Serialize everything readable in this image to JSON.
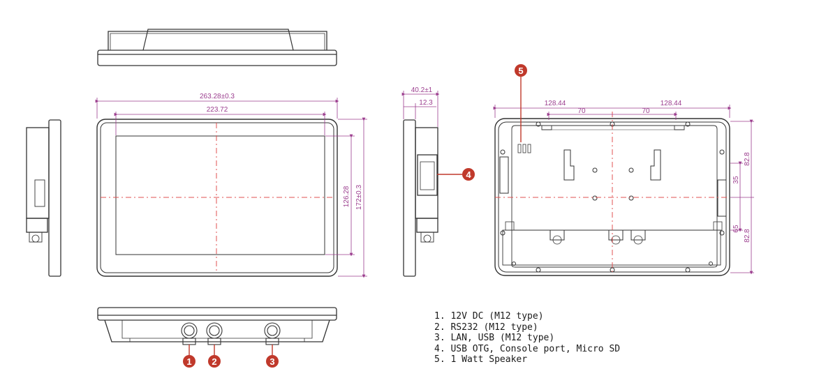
{
  "dimensions": {
    "overall_width": "263.28±0.3",
    "screen_width": "223.72",
    "screen_height": "126.28",
    "overall_height": "172±0.3",
    "depth": "40.2±1",
    "bezel_depth": "12.3",
    "back_half_left": "128.44",
    "back_half_right": "128.44",
    "mount_left": "70",
    "mount_right": "70",
    "right_top": "82.8",
    "right_mid": "35",
    "right_low": "65",
    "right_bottom": "82.8"
  },
  "callouts": [
    "1",
    "2",
    "3",
    "4",
    "5"
  ],
  "legend": [
    "1. 12V DC (M12 type)",
    "2. RS232 (M12 type)",
    "3. LAN, USB (M12 type)",
    "4. USB OTG, Console port, Micro SD",
    "5. 1 Watt Speaker"
  ],
  "colors": {
    "line": "#333333",
    "dimension": "#9b3d8e",
    "centerline": "#e05050",
    "callout": "#c0392b"
  }
}
